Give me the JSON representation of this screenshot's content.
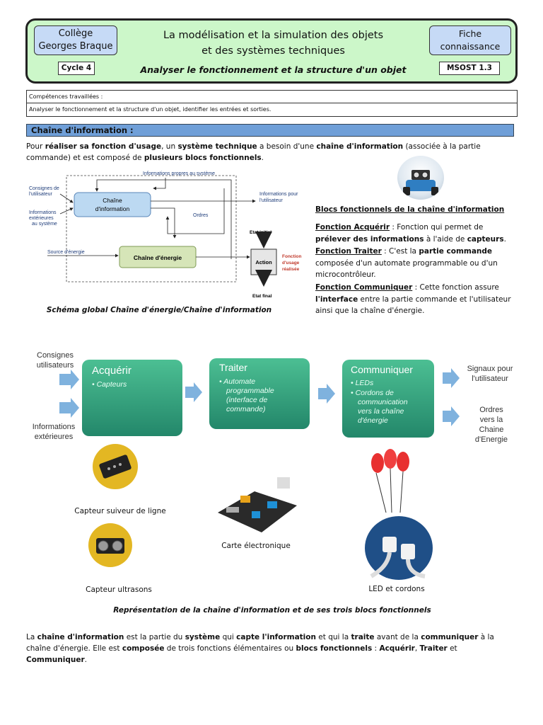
{
  "header": {
    "college_line1": "Collège",
    "college_line2": "Georges Braque",
    "title_line1": "La modélisation et la simulation des objets",
    "title_line2": "et des systèmes techniques",
    "fiche_line1": "Fiche",
    "fiche_line2": "connaissance",
    "cycle": "Cycle 4",
    "subtitle": "Analyser le fonctionnement et la structure d'un objet",
    "code": "MSOST 1.3"
  },
  "competences": {
    "label": "Compétences travaillées :",
    "text": "Analyser le fonctionnement et la structure d'un objet, identifier les entrées et sorties."
  },
  "section": {
    "title": "Chaîne d'information :"
  },
  "intro": {
    "t1": "Pour ",
    "b1": "réaliser sa fonction d'usage",
    "t2": ", un ",
    "b2": "système technique",
    "t3": " a besoin d'une ",
    "b3": "chaîne d'information",
    "t4": " (associée à la partie commande) et est composé de ",
    "b4": "plusieurs blocs fonctionnels",
    "t5": "."
  },
  "diagram1": {
    "top_label": "Informations propres au système",
    "in1_line1": "Consignes de",
    "in1_line2": "l'utilisateur",
    "in2_line1": "Informations",
    "in2_line2": "extérieures",
    "in2_line3": "au système",
    "energy_source": "Source d'énergie",
    "info_box_line1": "Chaîne",
    "info_box_line2": "d'information",
    "energy_box": "Chaîne d'énergie",
    "orders": "Ordres",
    "out_line1": "Informations pour",
    "out_line2": "l'utilisateur",
    "etat_initial": "Etat initial",
    "action": "Action",
    "etat_final": "Etat final",
    "fonction_line1": "Fonction",
    "fonction_line2": "d'usage",
    "fonction_line3": "réalisée",
    "caption": "Schéma global Chaîne d'énergie/Chaîne d'information"
  },
  "blocks": {
    "title": "Blocs fonctionnels de la chaîne d'information",
    "acq_label": "Fonction Acquérir",
    "acq_t1": " : Fonction qui permet de ",
    "acq_b1": "prélever des informations",
    "acq_t2": " à l'aide de ",
    "acq_b2": "capteurs",
    "acq_t3": ".",
    "tra_label": "Fonction Traiter",
    "tra_t1": " : C'est la ",
    "tra_b1": "partie commande",
    "tra_t2": " composée d'un automate programmable ou d'un microcontrôleur.",
    "com_label": "Fonction Communiquer",
    "com_t1": " : Cette fonction assure ",
    "com_b1": "l'interface",
    "com_t2": " entre la partie commande et l'utilisateur ainsi que la chaîne d'énergie."
  },
  "diagram2": {
    "in1_line1": "Consignes",
    "in1_line2": "utilisateurs",
    "in2_line1": "Informations",
    "in2_line2": "extérieures",
    "acq_title": "Acquérir",
    "acq_item": "• Capteurs",
    "tra_title": "Traiter",
    "tra_item1": "• Automate",
    "tra_item2": "programmable",
    "tra_item3": "(interface de",
    "tra_item4": "commande)",
    "com_title": "Communiquer",
    "com_item1": "• LEDs",
    "com_item2": "• Cordons de",
    "com_item3": "communication",
    "com_item4": "vers la chaîne",
    "com_item5": "d'énergie",
    "out1_line1": "Signaux pour",
    "out1_line2": "l'utilisateur",
    "out2_line1": "Ordres",
    "out2_line2": "vers la",
    "out2_line3": "Chaine",
    "out2_line4": "d'Energie"
  },
  "illustrations": {
    "cap1": "Capteur suiveur de ligne",
    "cap2": "Capteur ultrasons",
    "cap3": "Carte électronique",
    "cap4": "LED et cordons",
    "caption": "Représentation de la chaîne d'information et de ses trois blocs fonctionnels"
  },
  "final": {
    "t1": "La ",
    "b1": "chaîne d'information",
    "t2": " est la partie du ",
    "b2": "système",
    "t3": " qui ",
    "b3": "capte l'information",
    "t4": " et qui la ",
    "b4": "traite",
    "t5": " avant de la ",
    "b5": "communiquer",
    "t6": " à la chaîne d'énergie. Elle est ",
    "b6": "composée",
    "t7": " de trois fonctions élémentaires ou ",
    "b7": "blocs fonctionnels",
    "t8": " : ",
    "b8": "Acquérir",
    "t9": ", ",
    "b9": "Traiter",
    "t10": " et ",
    "b10": "Communiquer",
    "t11": "."
  },
  "colors": {
    "header_bg": "#ccf7c9",
    "blue_box": "#c6daf6",
    "section_bar": "#6f9fd8",
    "block_green": "#2e9e78",
    "arrow_blue": "#7fb2de",
    "energy_box": "#d6e5b8",
    "info_box": "#bcd9f2"
  }
}
